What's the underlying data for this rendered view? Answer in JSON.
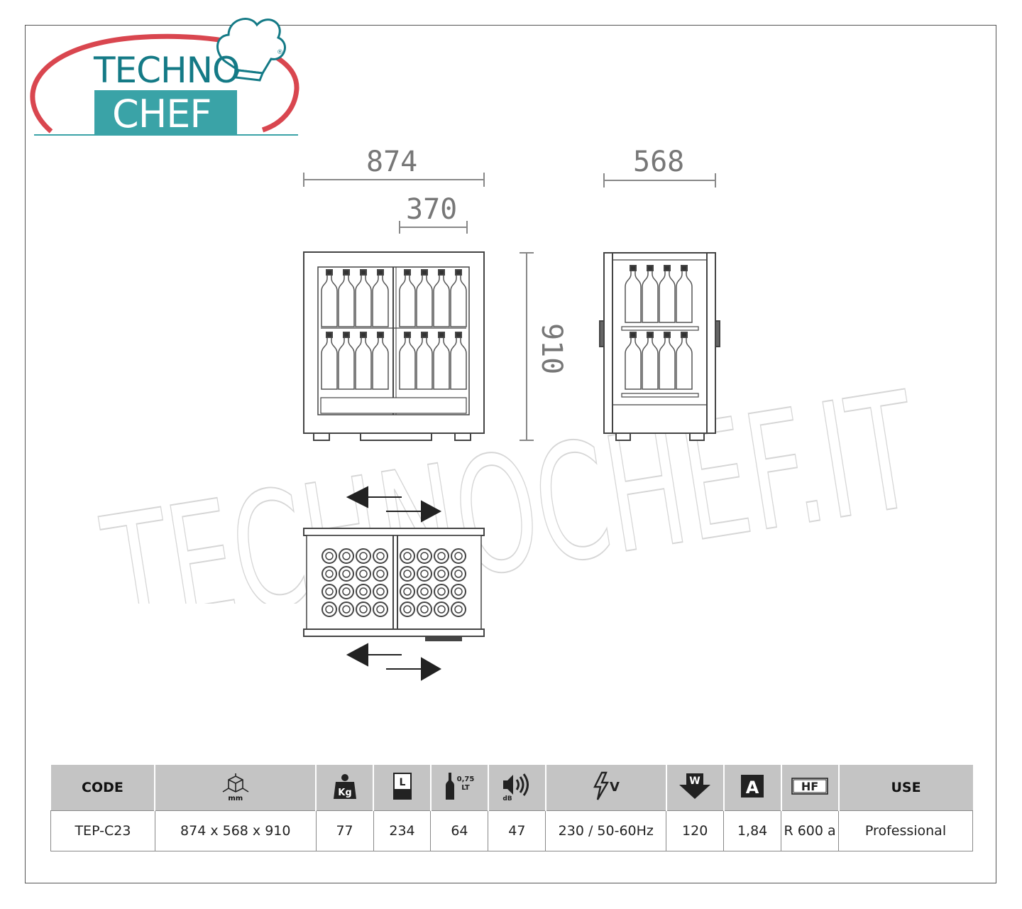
{
  "brand": {
    "line1": "TECHNO",
    "line2": "CHEF",
    "reg": "®"
  },
  "dimensions": {
    "width": "874",
    "inner": "370",
    "depth": "568",
    "height": "910"
  },
  "watermark": "TECHNOCHEF.IT",
  "table": {
    "headers": {
      "code": "CODE",
      "dims_unit": "mm",
      "weight_unit": "Kg",
      "volume_unit": "L",
      "bottle_size": "0,75",
      "bottle_unit": "LT",
      "noise_unit": "dB",
      "voltage_unit": "V",
      "power_unit": "W",
      "current_unit": "A",
      "gas_unit": "HF",
      "use": "USE"
    },
    "row": {
      "code": "TEP-C23",
      "dims": "874 x 568 x 910",
      "weight": "77",
      "volume": "234",
      "bottles": "64",
      "noise": "47",
      "voltage": "230 / 50-60Hz",
      "power": "120",
      "current": "1,84",
      "gas": "R 600 a",
      "use": "Professional"
    }
  },
  "colors": {
    "brand_teal": "#3aa3a7",
    "brand_dark_teal": "#147a86",
    "brand_red": "#d9464f",
    "header_gray": "#c4c4c4"
  }
}
